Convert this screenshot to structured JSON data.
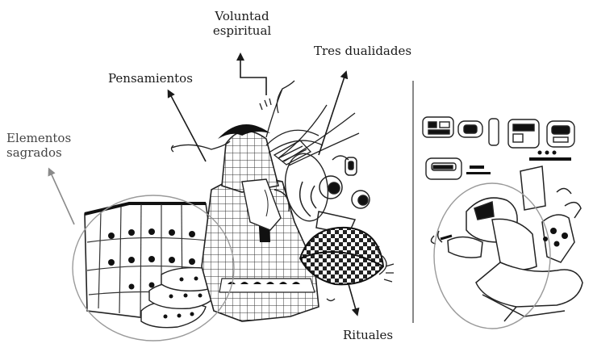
{
  "labels": {
    "voluntad_line1": "Voluntad",
    "voluntad_line2": "espiritual",
    "pensamientos": "Pensamientos",
    "tres_dualidades": "Tres dualidades",
    "elementos_line1": "Elementos",
    "elementos_line2": "sagrados",
    "rituales": "Rituales"
  },
  "colors": {
    "ink": "#1a1a1a",
    "gray_arrow": "#8a8a8a",
    "circle_stroke": "#9a9a9a"
  }
}
